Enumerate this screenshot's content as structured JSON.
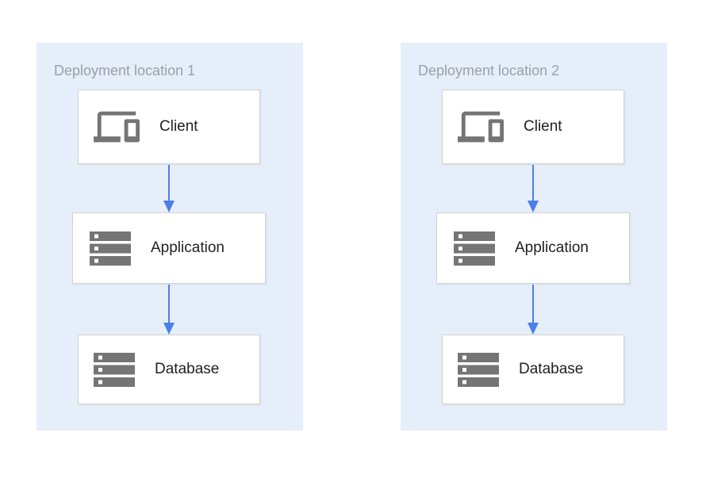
{
  "diagram": {
    "panels": [
      {
        "title": "Deployment location 1",
        "nodes": [
          {
            "label": "Client",
            "icon": "devices-icon"
          },
          {
            "label": "Application",
            "icon": "server-stack-icon"
          },
          {
            "label": "Database",
            "icon": "server-stack-icon"
          }
        ],
        "connections": [
          {
            "from": "Client",
            "to": "Application"
          },
          {
            "from": "Application",
            "to": "Database"
          }
        ]
      },
      {
        "title": "Deployment location 2",
        "nodes": [
          {
            "label": "Client",
            "icon": "devices-icon"
          },
          {
            "label": "Application",
            "icon": "server-stack-icon"
          },
          {
            "label": "Database",
            "icon": "server-stack-icon"
          }
        ],
        "connections": [
          {
            "from": "Client",
            "to": "Application"
          },
          {
            "from": "Application",
            "to": "Database"
          }
        ]
      }
    ]
  },
  "colors": {
    "panel_bg": "#e6eefa",
    "node_bg": "#ffffff",
    "node_border": "#d2d2d2",
    "arrow_blue": "#4a80e8",
    "icon_gray": "#757575",
    "title_gray": "#9aa0a6",
    "label_color": "#212121"
  }
}
